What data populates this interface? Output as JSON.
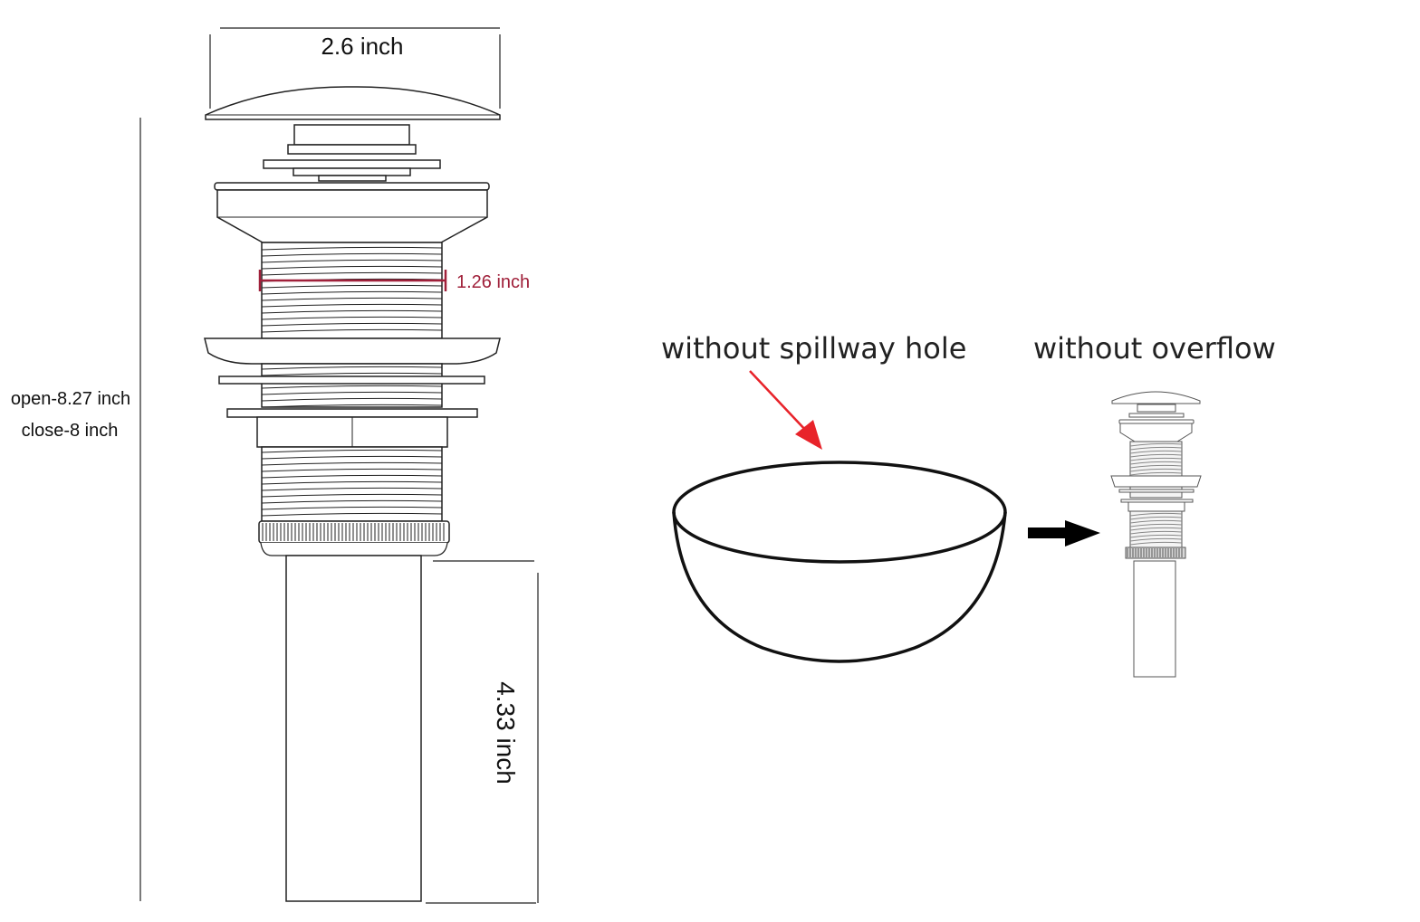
{
  "dimensions": {
    "width_label": "2.6 inch",
    "thread_label": "1.26 inch",
    "height_open_label": "open-8.27 inch",
    "height_close_label": "close-8 inch",
    "tail_label": "4.33 inch"
  },
  "notes": {
    "bowl_label": "without spillway hole",
    "drain_label": "without overflow"
  },
  "colors": {
    "line": "#222222",
    "accent": "#a0203a",
    "arrow_red": "#e8232a",
    "arrow_black": "#000000"
  }
}
